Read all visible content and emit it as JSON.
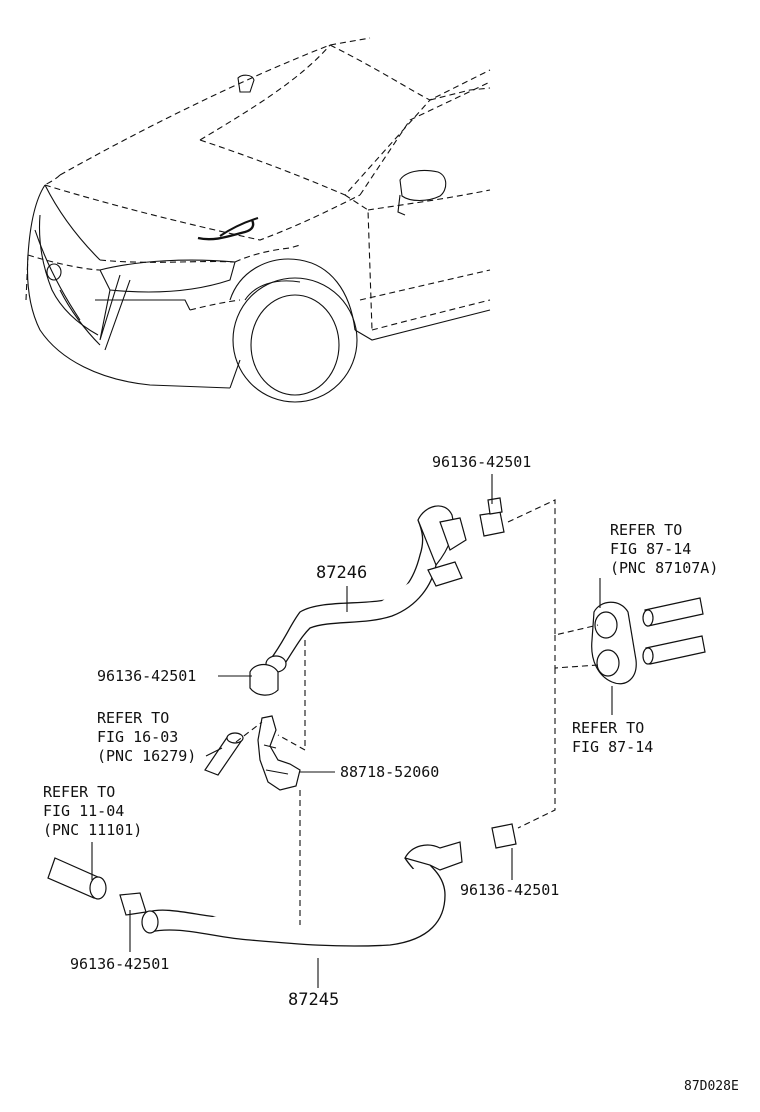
{
  "labels": {
    "clamp_top": "96136-42501",
    "hose_upper": "87246",
    "clamp_left_upper": "96136-42501",
    "refer_16_line1": "REFER TO",
    "refer_16_line2": "FIG 16-03",
    "refer_16_line3": "(PNC 16279)",
    "bracket": "88718-52060",
    "refer_11_line1": "REFER TO",
    "refer_11_line2": "FIG 11-04",
    "refer_11_line3": "(PNC 11101)",
    "clamp_left_lower": "96136-42501",
    "hose_lower": "87245",
    "clamp_right_lower": "96136-42501",
    "refer_87a_line1": "REFER TO",
    "refer_87a_line2": "FIG 87-14",
    "refer_87a_line3": "(PNC 87107A)",
    "refer_87b_line1": "REFER TO",
    "refer_87b_line2": "FIG 87-14",
    "diagram_code": "87D028E"
  }
}
